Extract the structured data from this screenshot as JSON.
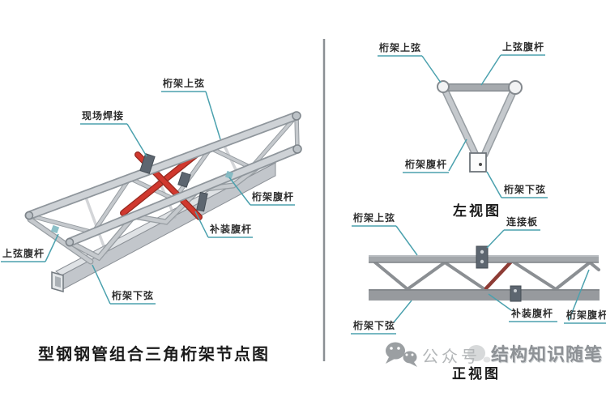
{
  "colors": {
    "teal": "#4BA1AE",
    "red": "#D0382E",
    "red_dark": "#96291F",
    "red_front": "#8E3C35",
    "steel": "#C9CDD1",
    "divider": "#8A8F93",
    "label_text": "#2E2E2E",
    "watermark_gray": "#9B9FA2"
  },
  "iso_view": {
    "caption": "型钢钢管组合三角桁架节点图",
    "labels": [
      {
        "name": "field-weld",
        "text": "现场焊接"
      },
      {
        "name": "truss-top-chord",
        "text": "桁架上弦"
      },
      {
        "name": "top-chord-web",
        "text": "上弦腹杆"
      },
      {
        "name": "truss-web",
        "text": "桁架腹杆"
      },
      {
        "name": "supplement-web",
        "text": "补装腹杆"
      },
      {
        "name": "truss-bottom-chord",
        "text": "桁架下弦"
      }
    ]
  },
  "side_view": {
    "caption": "左视图",
    "labels": [
      {
        "name": "truss-top-chord",
        "text": "桁架上弦"
      },
      {
        "name": "top-chord-web",
        "text": "上弦腹杆"
      },
      {
        "name": "truss-web",
        "text": "桁架腹杆"
      },
      {
        "name": "truss-bottom-chord",
        "text": "桁架下弦"
      }
    ]
  },
  "front_view": {
    "caption": "正视图",
    "labels": [
      {
        "name": "truss-top-chord",
        "text": "桁架上弦"
      },
      {
        "name": "connection-plate",
        "text": "连接板"
      },
      {
        "name": "truss-bottom-chord",
        "text": "桁架下弦"
      },
      {
        "name": "supplement-web",
        "text": "补装腹杆"
      },
      {
        "name": "truss-web",
        "text": "桁架腹杆"
      }
    ]
  },
  "watermark": {
    "account_prefix": "公众号",
    "account_name": "结构知识随笔"
  }
}
